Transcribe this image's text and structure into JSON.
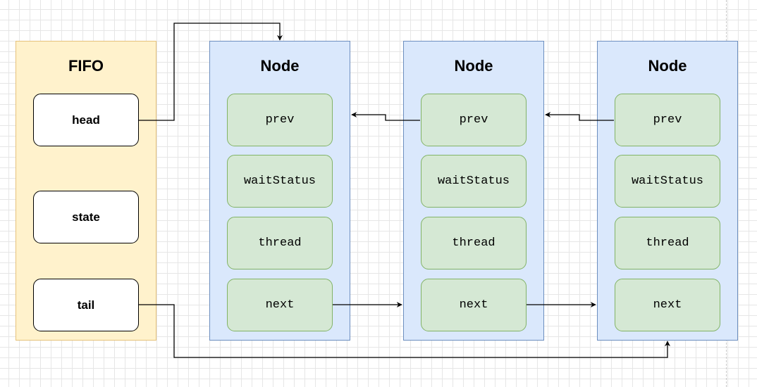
{
  "fifo": {
    "title": "FIFO",
    "fields": [
      "head",
      "state",
      "tail"
    ]
  },
  "nodes": [
    {
      "title": "Node",
      "fields": [
        "prev",
        "waitStatus",
        "thread",
        "next"
      ]
    },
    {
      "title": "Node",
      "fields": [
        "prev",
        "waitStatus",
        "thread",
        "next"
      ]
    },
    {
      "title": "Node",
      "fields": [
        "prev",
        "waitStatus",
        "thread",
        "next"
      ]
    }
  ],
  "colors": {
    "fifo_fill": "#fff2cc",
    "fifo_border": "#e6c27a",
    "node_fill": "#dae8fc",
    "node_border": "#6c8ebf",
    "field_fill": "#d5e8d4",
    "field_border": "#82b366",
    "connector": "#000000"
  }
}
